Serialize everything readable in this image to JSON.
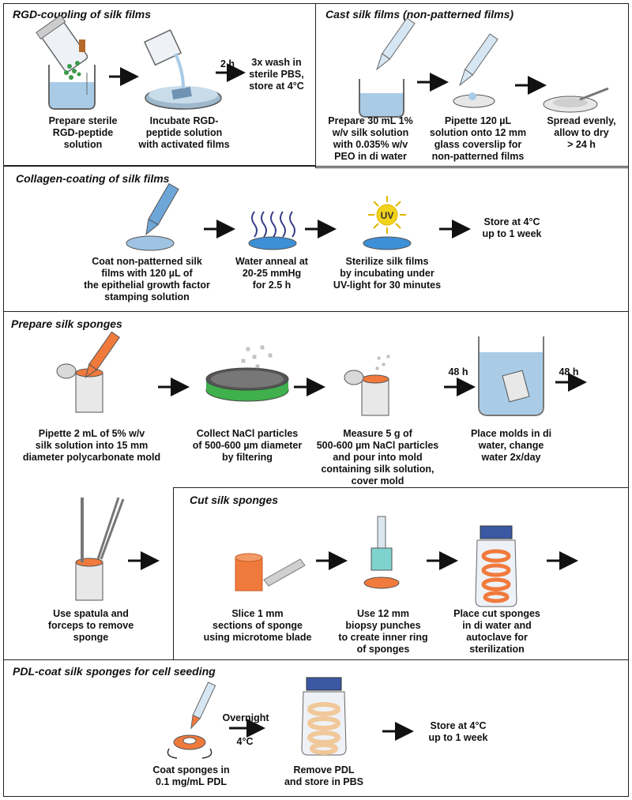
{
  "colors": {
    "border": "#222222",
    "liquid_blue": "#a9cbe6",
    "sponge_orange": "#f07a3c",
    "filter_green": "#3fb04c",
    "uv_yellow": "#f2d31b",
    "vial_cap_blue": "#3a58a4",
    "ring_tan": "#f1c89a"
  },
  "icons": {
    "arrow": "right-arrow-icon",
    "beaker": "beaker-icon",
    "pipette": "pipette-icon",
    "petri_dish": "petri-dish-icon",
    "uv_light": "uv-sun-icon",
    "vial": "vial-icon"
  },
  "rgd": {
    "title": "RGD-coupling of silk films",
    "step1": "Prepare sterile\nRGD-peptide\nsolution",
    "step2": "Incubate RGD-\npeptide solution\nwith activated films",
    "arrow_label": "2 h",
    "step3": "3x wash in\nsterile PBS,\nstore at 4°C"
  },
  "cast": {
    "title": "Cast silk films (non-patterned films)",
    "step1": "Prepare 30 mL 1%\nw/v silk solution\nwith 0.035% w/v\nPEO in di water",
    "step2": "Pipette 120  µL\nsolution onto 12 mm\nglass coverslip for\nnon-patterned films",
    "step3": "Spread evenly,\nallow to dry\n> 24 h"
  },
  "collagen": {
    "title": "Collagen-coating of silk films",
    "step1": "Coat non-patterned silk\nfilms with 120 µL of\nthe epithelial growth factor\nstamping solution",
    "step2": "Water anneal at\n20-25 mmHg\nfor 2.5 h",
    "step3": "Sterilize silk films\nby incubating under\nUV-light for 30 minutes",
    "uv_text": "UV",
    "step4": "Store at 4°C\nup to 1 week"
  },
  "sponges": {
    "title": "Prepare silk sponges",
    "step1": "Pipette 2 mL of 5% w/v\nsilk solution into 15 mm\ndiameter polycarbonate mold",
    "step2": "Collect NaCl particles\nof 500-600 µm diameter\nby filtering",
    "step3": "Measure 5 g of\n500-600 µm NaCl particles\nand pour into mold\ncontaining silk solution,\ncover mold",
    "arrow_label_a": "48 h",
    "step4": "Place molds in di\nwater, change\nwater 2x/day",
    "arrow_label_b": "48 h",
    "step5": "Use spatula and\nforceps to remove\nsponge"
  },
  "cut": {
    "title": "Cut silk sponges",
    "step1": "Slice 1 mm\nsections of sponge\nusing microtome blade",
    "step2": "Use 12 mm\nbiopsy punches\nto create inner ring\nof sponges",
    "step3": "Place cut sponges\nin di water and\nautoclave for\nsterilization"
  },
  "pdl": {
    "title": "PDL-coat silk sponges for cell seeding",
    "step1": "Coat sponges in\n0.1 mg/mL PDL",
    "arrow_label_top": "Overnight",
    "arrow_label_bottom": "4°C",
    "step2": "Remove PDL\nand store in PBS",
    "step3": "Store at 4°C\nup to 1 week"
  }
}
